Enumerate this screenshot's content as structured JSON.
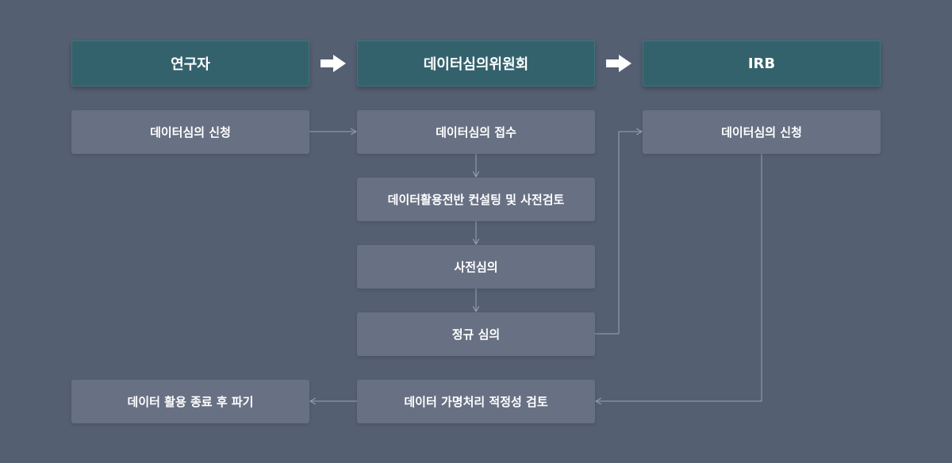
{
  "headers": {
    "researcher": "연구자",
    "committee": "데이터심의위원회",
    "irb": "IRB"
  },
  "steps": {
    "researcher_apply": "데이터심의 신청",
    "committee_receive": "데이터심의 접수",
    "committee_consult": "데이터활용전반 컨설팅 및 사전검토",
    "committee_pre_review": "사전심의",
    "committee_regular_review": "정규 심의",
    "irb_apply": "데이터심의 신청",
    "committee_pseudonym_review": "데이터 가명처리 적정성 검토",
    "researcher_dispose": "데이터 활용 종료 후 파기"
  },
  "colors": {
    "background": "#545f72",
    "header_fill": "#33626d",
    "step_fill": "#687083",
    "connector": "#9aa3b8",
    "arrow": "#ffffff",
    "text": "#ffffff"
  }
}
